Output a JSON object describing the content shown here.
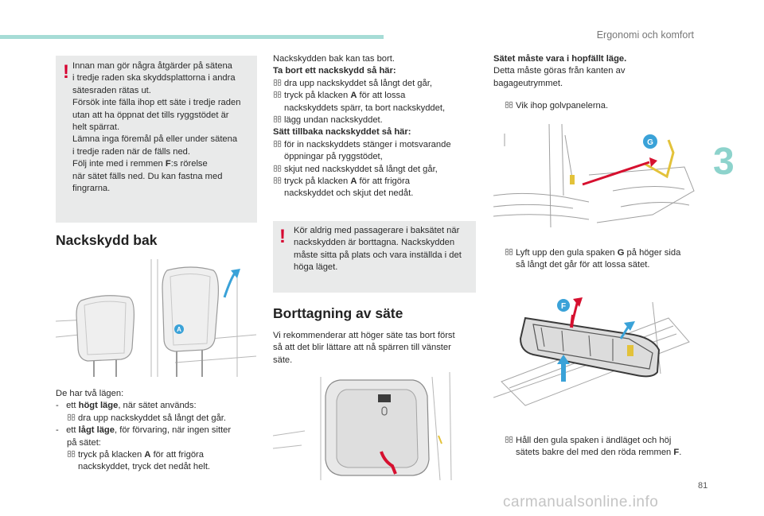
{
  "header": {
    "section_title": "Ergonomi och komfort",
    "chapter_number": "3",
    "page_number": "81",
    "watermark": "carmanualsonline.info"
  },
  "colors": {
    "accent": "#a6dcd6",
    "chapter": "#8dd3cc",
    "warning": "#d6002f",
    "box": "#e9eaea"
  },
  "warning1": {
    "mark": "!",
    "lines": [
      "Innan man gör några åtgärder på sätena",
      "i tredje raden ska skyddsplattorna i andra",
      "sätesraden rätas ut.",
      "Försök inte fälla ihop ett säte i tredje raden",
      "utan att ha öppnat det tills ryggstödet är",
      "helt spärrat.",
      "Lämna inga föremål på eller under sätena",
      "i tredje raden när de fälls ned.",
      "Följ inte med i remmen ",
      "när sätet fälls ned. Du kan fastna med",
      "fingrarna."
    ],
    "line8_bold": "F",
    "line8_tail": ":s rörelse"
  },
  "headrest": {
    "heading": "Nackskydd bak",
    "callout_a": "A",
    "positions_intro": "De har två lägen:",
    "high_prefix": "ett ",
    "high_bold": "högt läge",
    "high_tail": ", när sätet används:",
    "high_step": "dra upp nackskyddet så långt det går.",
    "low_prefix": "ett ",
    "low_bold": "lågt läge",
    "low_tail": ", för förvaring, när ingen sitter",
    "low_tail2": "på sätet:",
    "low_step1_pre": "tryck på klacken ",
    "low_step1_bold": "A",
    "low_step1_tail": " för att frigöra",
    "low_step1_cont": "nackskyddet, tryck det nedåt helt.",
    "dash": "-",
    "bullet": ""
  },
  "middle": {
    "intro": "Nackskydden bak kan tas bort.",
    "remove_title": "Ta bort ett nackskydd så här:",
    "remove_1": "dra upp nackskyddet så långt det går,",
    "remove_2_pre": "tryck på klacken ",
    "remove_2_bold": "A",
    "remove_2_tail": " för att lossa",
    "remove_2_cont": "nackskyddets spärr, ta bort nackskyddet,",
    "remove_3": "lägg undan nackskyddet.",
    "refit_title": "Sätt tillbaka nackskyddet så här:",
    "refit_1": "för in nackskyddets stänger i motsvarande",
    "refit_1_cont": "öppningar på ryggstödet,",
    "refit_2": "skjut ned nackskyddet så långt det går,",
    "refit_3_pre": "tryck på klacken ",
    "refit_3_bold": "A",
    "refit_3_tail": " för att frigöra",
    "refit_3_cont": "nackskyddet och skjut det nedåt.",
    "warning_lines": [
      "Kör aldrig med passagerare i baksätet när",
      "nackskydden är borttagna. Nackskydden",
      "måste sitta på plats och vara inställda i det",
      "höga läget."
    ],
    "heading2": "Borttagning av säte",
    "removal_lines": [
      "Vi rekommenderar att höger säte tas bort först",
      "så att det blir lättare att nå spärren till vänster",
      "säte."
    ]
  },
  "right": {
    "must_fold": "Sätet måste vara i hopfällt läge.",
    "from_trunk": "Detta måste göras från kanten av",
    "from_trunk2": "bagageutrymmet.",
    "step_fold_panels": "Vik ihop golvpanelerna.",
    "callout_g": "G",
    "step_lift_pre": "Lyft upp den gula spaken ",
    "step_lift_bold": "G",
    "step_lift_tail": " på höger sida",
    "step_lift_cont": "så långt det går för att lossa sätet.",
    "callout_f": "F",
    "step_hold": "Håll den gula spaken i ändläget och höj",
    "step_hold_cont_pre": "sätets bakre del med den röda remmen ",
    "step_hold_cont_bold": "F",
    "step_hold_cont_tail": "."
  }
}
